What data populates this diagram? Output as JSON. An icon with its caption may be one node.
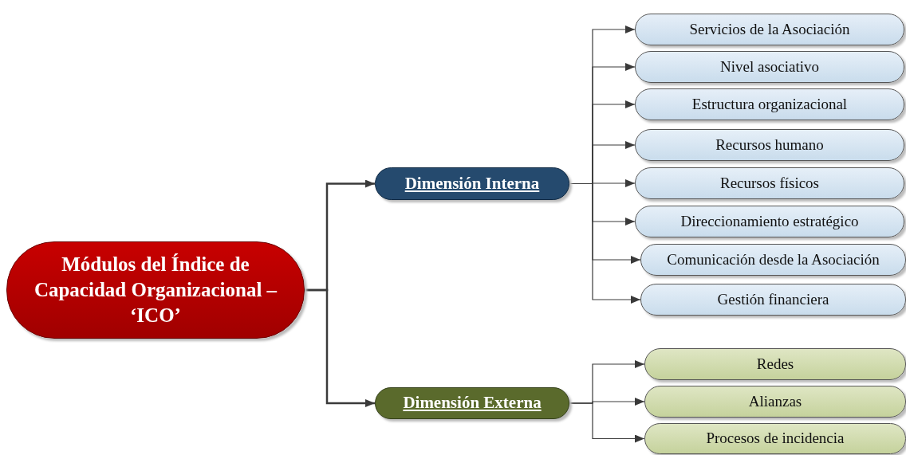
{
  "diagram": {
    "nodes": [
      {
        "text": [
          "Módulos del Índice de Capacidad Organizacional – ‘ICO’"
        ]
      },
      {
        "text": [
          "Dimensión Interna"
        ]
      },
      {
        "text": [
          "Servicios de la Asociación"
        ]
      },
      {
        "text": [
          "Nivel asociativo"
        ]
      },
      {
        "text": [
          "Estructura organizacional"
        ]
      },
      {
        "text": [
          "Recursos humano"
        ]
      },
      {
        "text": [
          "Recursos físicos"
        ]
      },
      {
        "text": [
          "Direccionamiento estratégico"
        ]
      },
      {
        "text": [
          "Comunicación desde la Asociación"
        ]
      },
      {
        "text": [
          "Gestión financiera"
        ]
      },
      {
        "text": [
          "Dimensión Externa"
        ]
      },
      {
        "text": [
          "Redes"
        ]
      },
      {
        "text": [
          "Alianzas"
        ]
      },
      {
        "text": [
          "Procesos de incidencia"
        ]
      }
    ],
    "edges": [
      {
        "from": 0,
        "to": 1,
        "arrow": "to"
      },
      {
        "from": 0,
        "to": 10,
        "arrow": "to"
      },
      {
        "from": 1,
        "to": 2,
        "arrow": "to"
      },
      {
        "from": 1,
        "to": 3,
        "arrow": "to"
      },
      {
        "from": 1,
        "to": 4,
        "arrow": "to"
      },
      {
        "from": 1,
        "to": 5,
        "arrow": "to"
      },
      {
        "from": 1,
        "to": 6,
        "arrow": "to"
      },
      {
        "from": 1,
        "to": 7,
        "arrow": "to"
      },
      {
        "from": 1,
        "to": 8,
        "arrow": "to"
      },
      {
        "from": 1,
        "to": 9,
        "arrow": "to"
      },
      {
        "from": 10,
        "to": 11,
        "arrow": "to"
      },
      {
        "from": 10,
        "to": 12,
        "arrow": "to"
      },
      {
        "from": 10,
        "to": 13,
        "arrow": "to"
      }
    ]
  }
}
